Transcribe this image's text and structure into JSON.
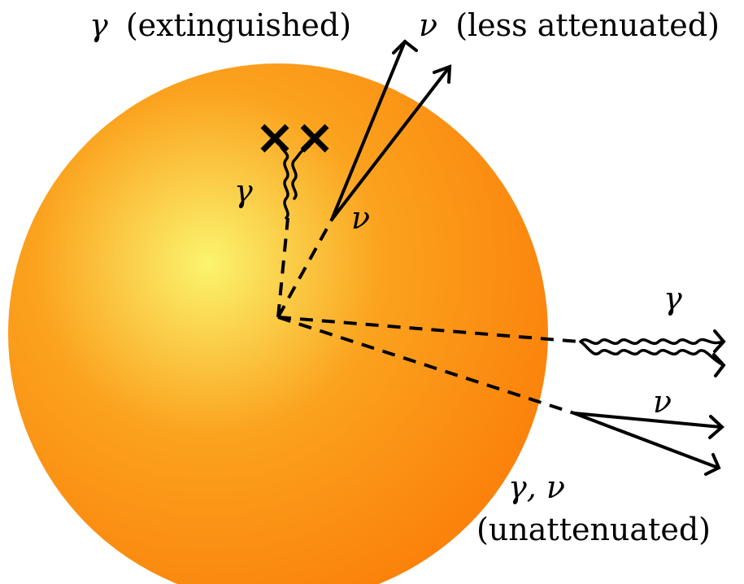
{
  "diagram": {
    "colors": {
      "sphere_center": "#fbf46e",
      "sphere_mid": "#fba21e",
      "sphere_edge": "#fb7e09",
      "line": "#000000"
    },
    "labels": {
      "top_left": {
        "symbol": "γ",
        "text": "(extinguished)"
      },
      "top_right": {
        "symbol": "ν",
        "text": "(less attenuated)"
      },
      "inner_gamma": "γ",
      "inner_nu": "ν",
      "right_gamma": "γ",
      "right_nu": "ν",
      "bottom_right": {
        "line1": "γ, ν",
        "line2": "(unattenuated)"
      }
    }
  }
}
